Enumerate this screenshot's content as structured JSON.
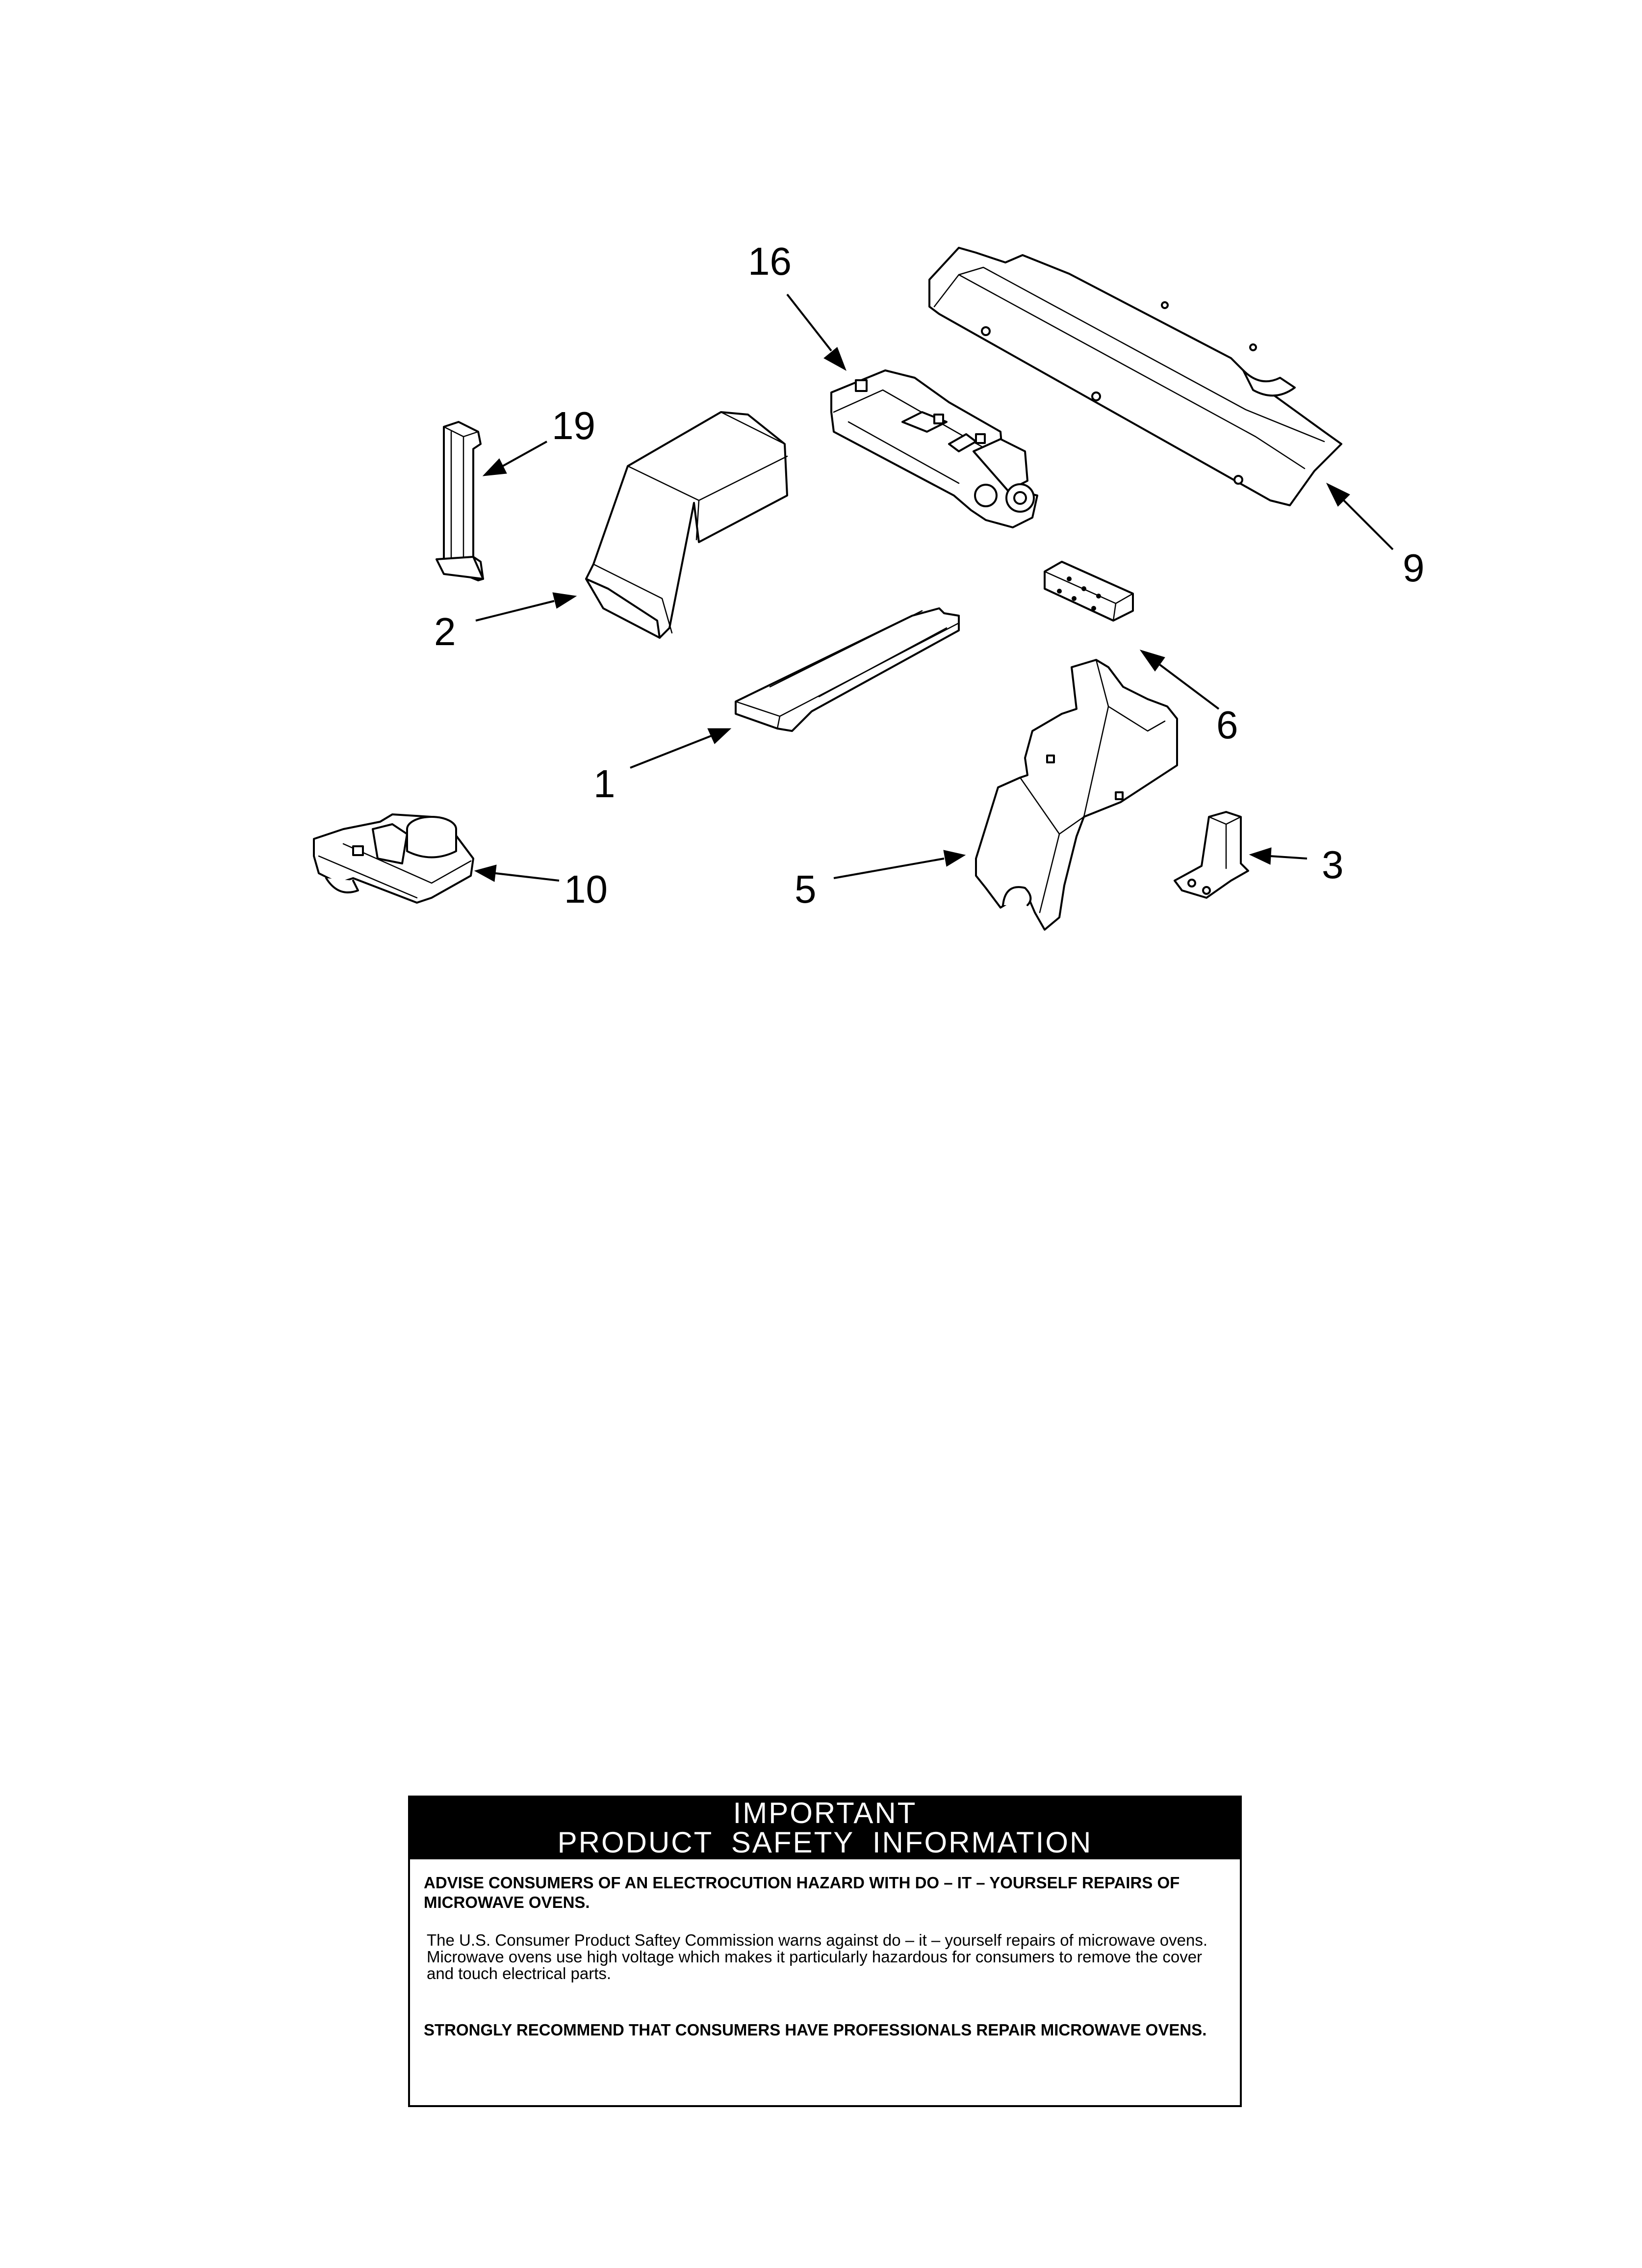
{
  "diagram": {
    "callouts": {
      "c1": "1",
      "c2": "2",
      "c3": "3",
      "c5": "5",
      "c6": "6",
      "c9": "9",
      "c10": "10",
      "c16": "16",
      "c19": "19"
    }
  },
  "safety": {
    "header_line1": "IMPORTANT",
    "header_line2": "PRODUCT SAFETY INFORMATION",
    "warning": "ADVISE CONSUMERS OF AN ELECTROCUTION HAZARD WITH DO – IT – YOURSELF REPAIRS OF MICROWAVE OVENS.",
    "paragraph": "The U.S. Consumer Product Saftey Commission warns against do – it – yourself repairs of microwave ovens. Microwave ovens use high voltage which makes it particularly hazardous for consumers to remove the cover and touch electrical parts.",
    "recommendation": "STRONGLY RECOMMEND THAT CONSUMERS HAVE PROFESSIONALS REPAIR MICROWAVE OVENS."
  }
}
